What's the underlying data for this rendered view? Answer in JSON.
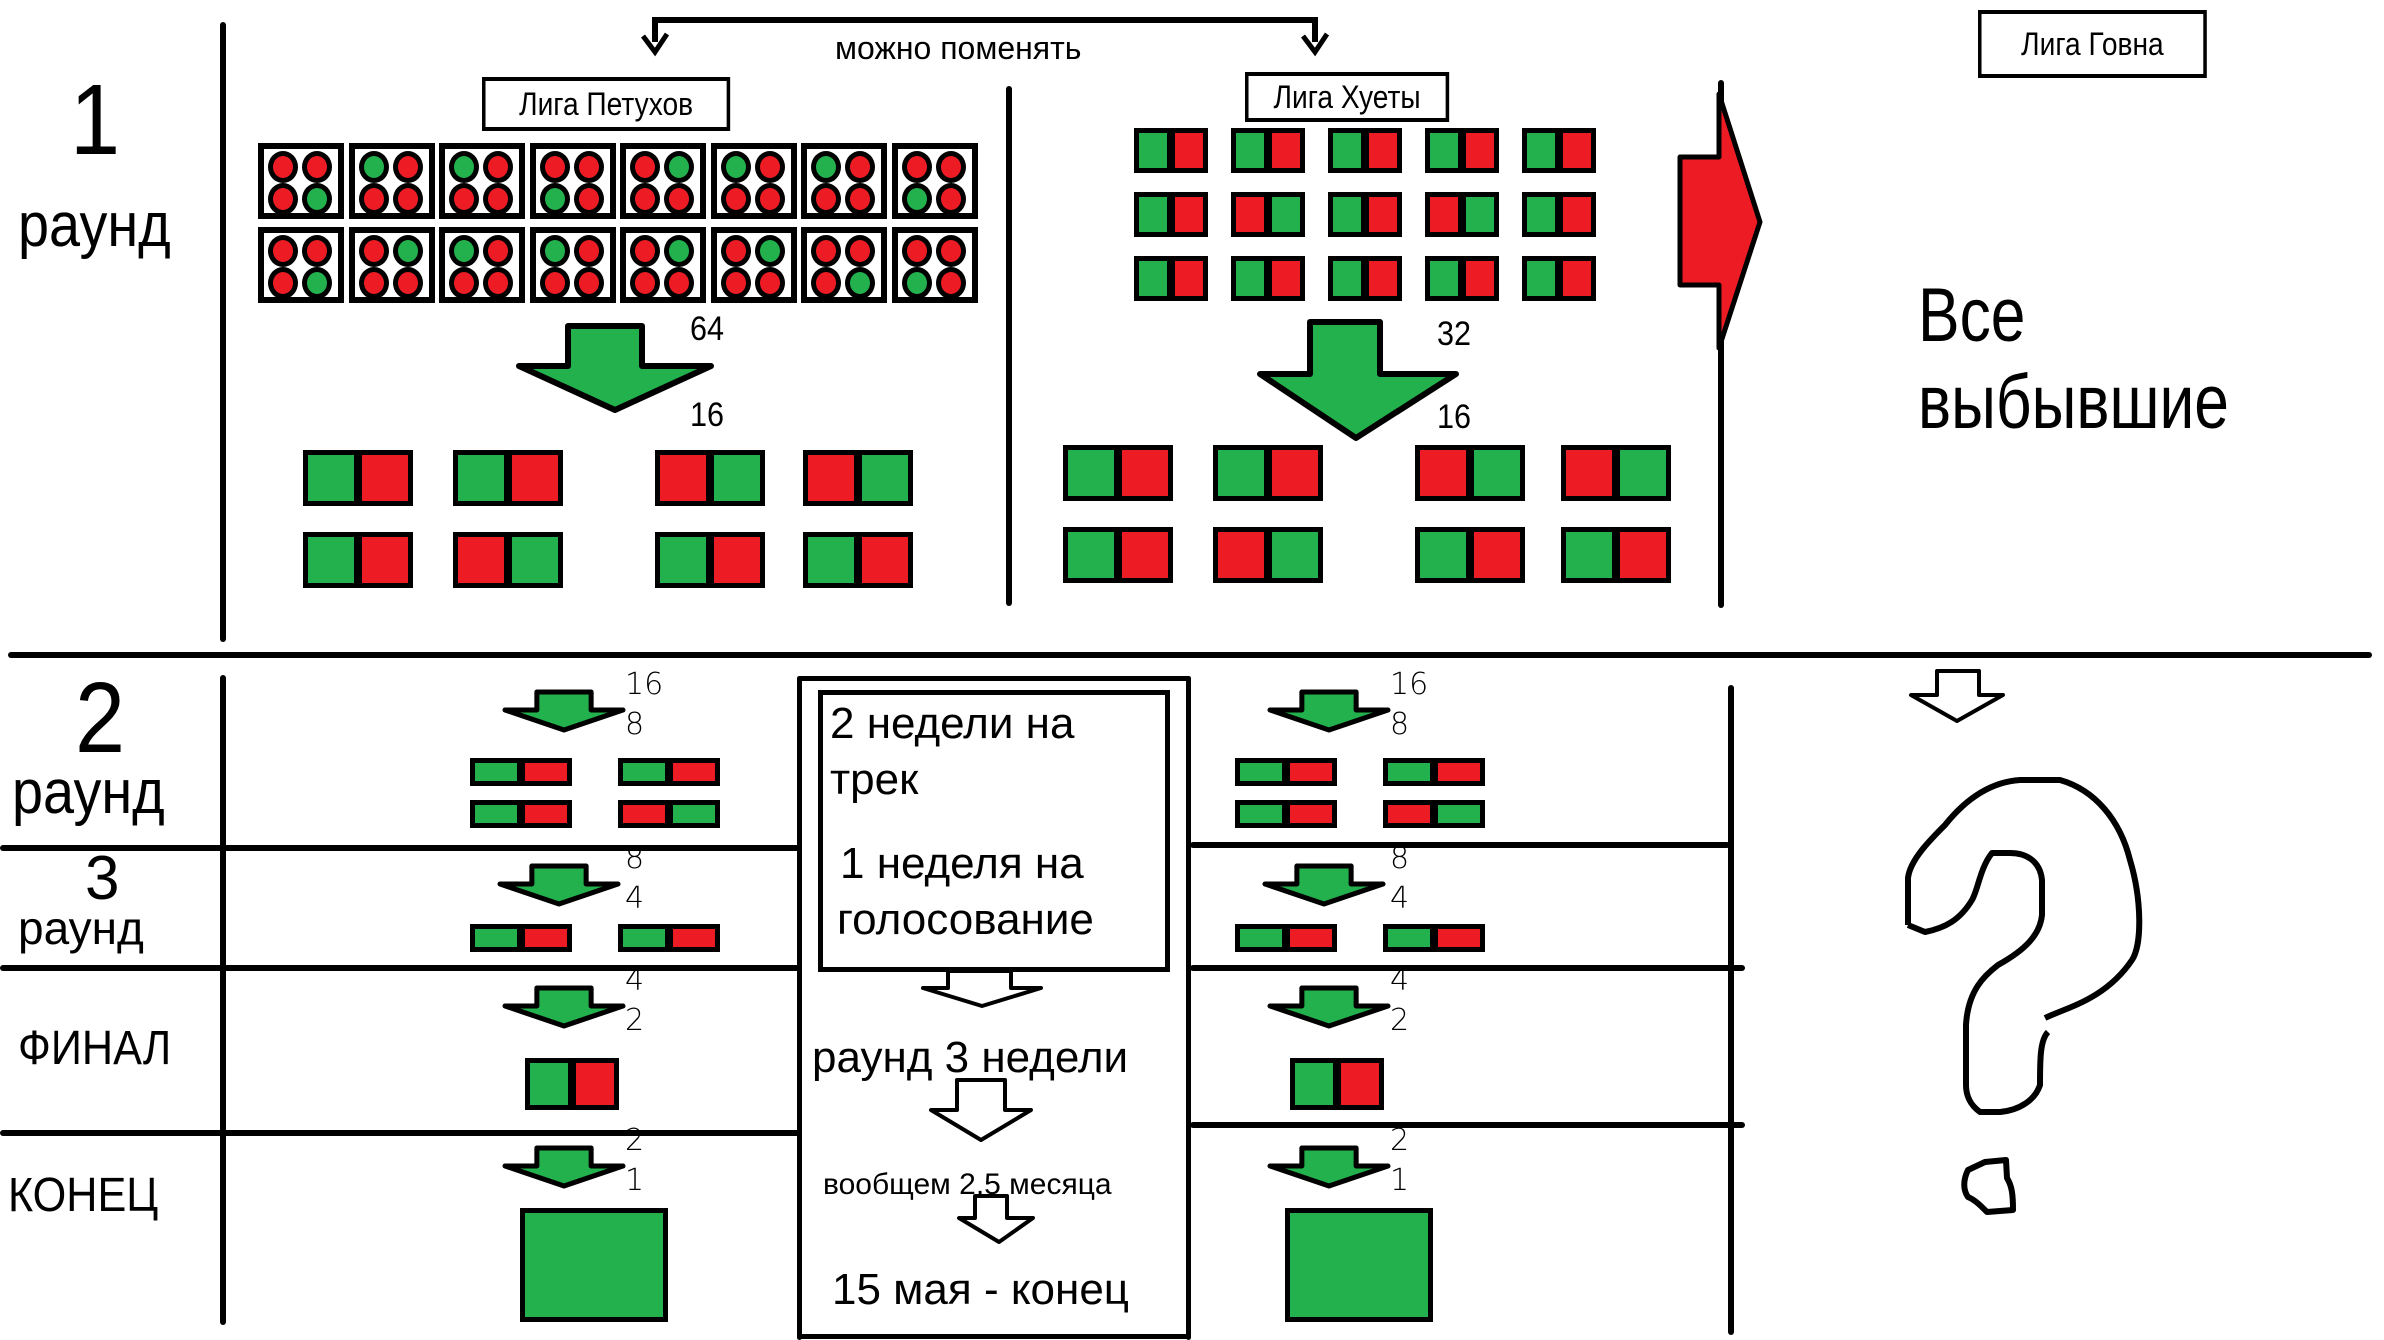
{
  "colors": {
    "win": "#22b14c",
    "lose": "#ed1c24",
    "ink": "#000000"
  },
  "top_note": "можно поменять",
  "round1": {
    "number": "1",
    "word": "раунд",
    "league_a": {
      "title": "Лига Петухов",
      "groups_rows": [
        [
          "RRRG",
          "GRRR",
          "GRRR",
          "RRGR",
          "RGRR",
          "GRRR",
          "GRRR",
          "RRGR"
        ],
        [
          "RRRG",
          "RGRR",
          "GRRR",
          "GRRR",
          "RGRR",
          "RGRR",
          "RRRG",
          "RRGR"
        ]
      ],
      "count_in": "64",
      "count_out": "16",
      "result_rows": [
        [
          "GR",
          "GR",
          "RG",
          "RG"
        ],
        [
          "GR",
          "RG",
          "GR",
          "GR"
        ]
      ]
    },
    "league_b": {
      "title": "Лига Хуеты",
      "pairs_rows": [
        [
          "GR",
          "GR",
          "GR",
          "GR",
          "GR"
        ],
        [
          "GR",
          "RG",
          "GR",
          "RG",
          "GR"
        ],
        [
          "GR",
          "GR",
          "GR",
          "GR",
          "GR"
        ]
      ],
      "count_in": "32",
      "count_out": "16",
      "result_rows": [
        [
          "GR",
          "GR",
          "RG",
          "RG"
        ],
        [
          "GR",
          "RG",
          "GR",
          "GR"
        ]
      ]
    },
    "league_c": {
      "title": "Лига Говна",
      "note": "Все выбывшие"
    }
  },
  "later_rounds": {
    "labels": [
      {
        "number": "2",
        "word": "раунд"
      },
      {
        "number": "3",
        "word": "раунд"
      },
      {
        "word": "ФИНАЛ"
      },
      {
        "word": "КОНЕЦ"
      }
    ],
    "stages": [
      {
        "from": "16",
        "to": "8",
        "rows": [
          [
            "GR",
            "GR"
          ],
          [
            "GR",
            "RG"
          ]
        ]
      },
      {
        "from": "8",
        "to": "4",
        "rows": [
          [
            "GR",
            "GR"
          ]
        ]
      },
      {
        "from": "4",
        "to": "2",
        "rows": [
          [
            "GR"
          ]
        ]
      },
      {
        "from": "2",
        "to": "1",
        "winner": "G"
      }
    ]
  },
  "schedule": {
    "line1": "2 недели на",
    "line2": "трек",
    "line3": "1 неделя на",
    "line4": "голосование",
    "round_length": "раунд 3 недели",
    "total": "вообщем 2,5 месяца",
    "end": "15 мая - конец"
  },
  "unknown_mark": "?"
}
